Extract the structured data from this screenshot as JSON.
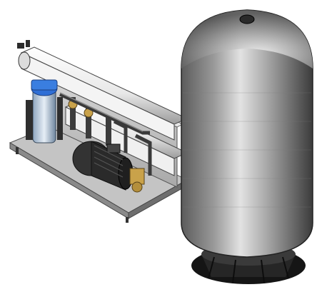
{
  "scene": {
    "subject": "reverse-osmosis-skid-with-pressure-tank",
    "colors": {
      "background": "#ffffff",
      "tank_light": "#d9d9d9",
      "tank_mid": "#8c8c8c",
      "tank_dark": "#3a3a3a",
      "base_dark": "#1e1e1e",
      "frame": "#c8c8c8",
      "membrane": "#f2f2f2",
      "filter_blue": "#2f6fd6",
      "motor_dark": "#2a2a2a",
      "brass": "#c9a24a"
    },
    "icons": [
      "pressure-tank",
      "tank-base",
      "skid-frame",
      "ro-membrane",
      "filter-housing",
      "pump-motor",
      "piping"
    ]
  }
}
